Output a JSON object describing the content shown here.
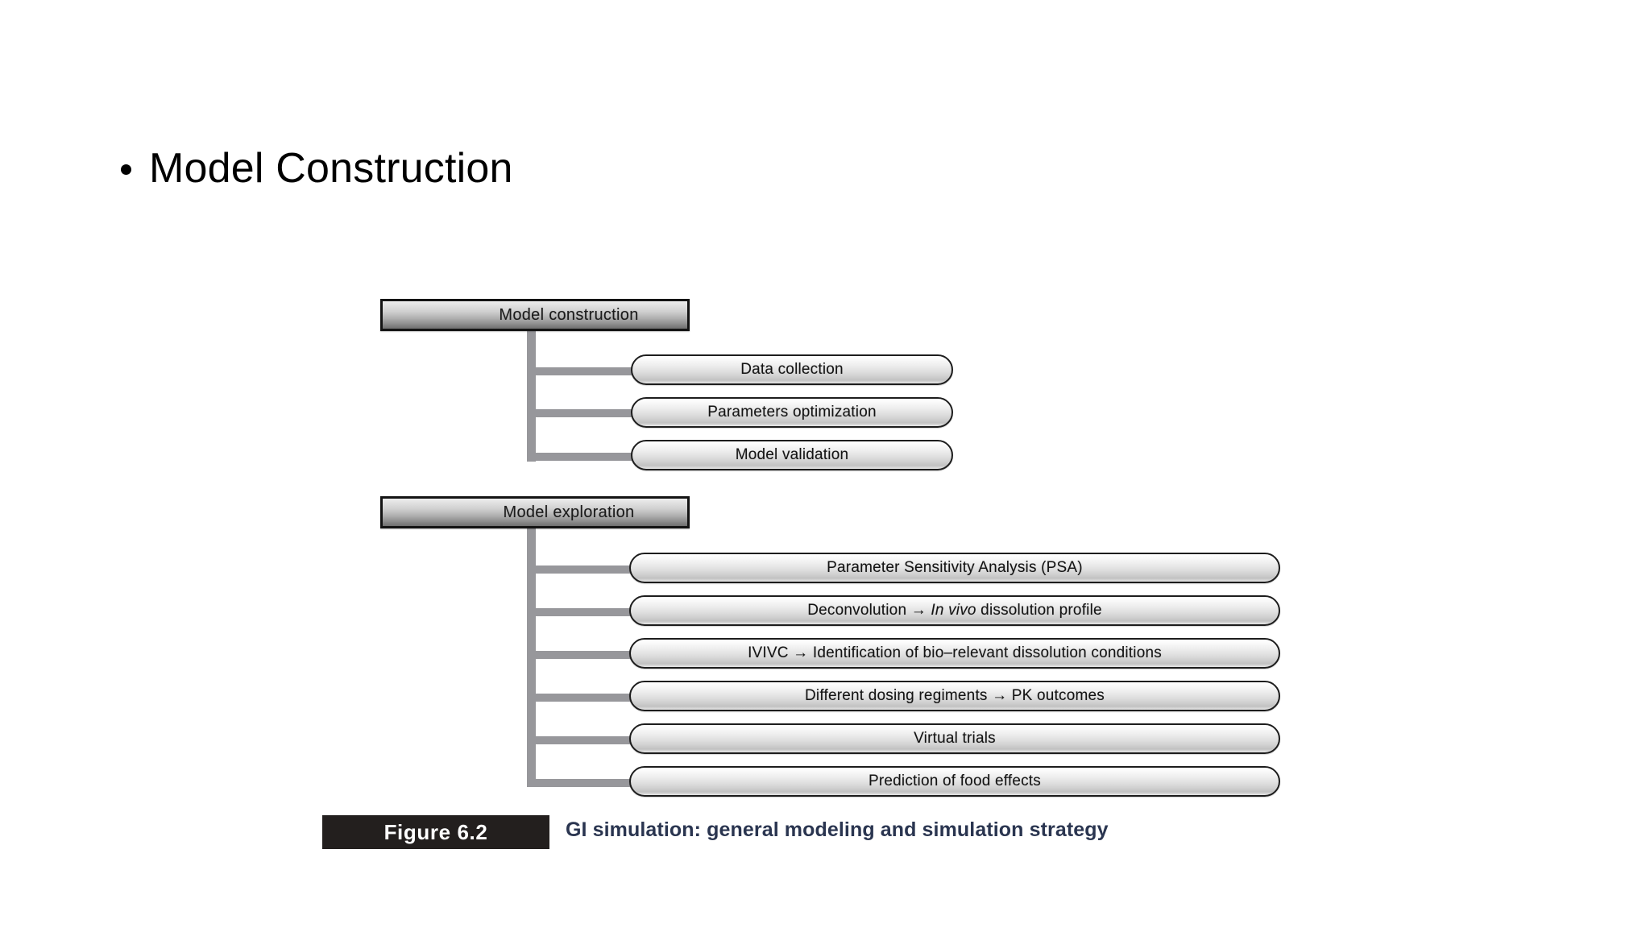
{
  "slide": {
    "heading": "Model Construction",
    "bullet_glyph": "•"
  },
  "figure": {
    "badge_label": "Figure 6.2",
    "caption": "GI simulation: general modeling and simulation strategy",
    "caption_color": "#2a3550",
    "badge_background": "#231f1e",
    "connector_color": "#97979b",
    "node_border_color": "#141414",
    "groups": [
      {
        "header": "Model construction",
        "children": [
          {
            "text": "Data collection",
            "italic_segment": ""
          },
          {
            "text": "Parameters optimization",
            "italic_segment": ""
          },
          {
            "text": "Model validation",
            "italic_segment": ""
          }
        ]
      },
      {
        "header": "Model exploration",
        "children": [
          {
            "text": "Parameter Sensitivity Analysis (PSA)",
            "italic_segment": ""
          },
          {
            "text_pre": "Deconvolution → ",
            "italic_segment": "In vivo",
            "text_post": " dissolution profile"
          },
          {
            "text": "IVIVC → Identification of bio–relevant dissolution conditions",
            "italic_segment": ""
          },
          {
            "text": "Different dosing regiments → PK outcomes",
            "italic_segment": ""
          },
          {
            "text": "Virtual trials",
            "italic_segment": ""
          },
          {
            "text": "Prediction of food effects",
            "italic_segment": ""
          }
        ]
      }
    ]
  }
}
